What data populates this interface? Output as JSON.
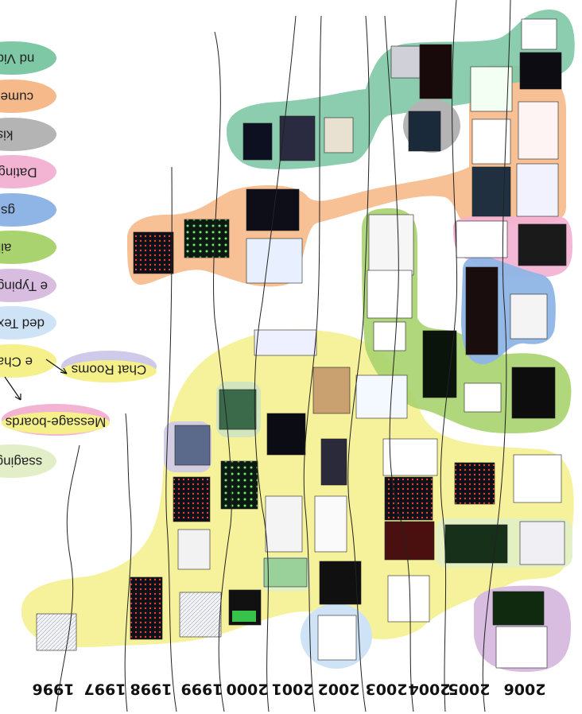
{
  "legend": {
    "items": [
      {
        "label": "nd Video",
        "color": "#7fc8a6"
      },
      {
        "label": "cuments",
        "color": "#f6b98a"
      },
      {
        "label": "kis",
        "color": "#b4b4b4"
      },
      {
        "label": "Dating",
        "color": "#f3b3d3"
      },
      {
        "label": "gs",
        "color": "#8fb5e6"
      },
      {
        "label": "ail",
        "color": "#a9d36f"
      },
      {
        "label": "e Typing",
        "color": "#d8bde1"
      },
      {
        "label": "ded Text",
        "color": "#cfe3f6"
      },
      {
        "label": "e Chat",
        "color": "#f5f08a"
      },
      {
        "label": "ssaging",
        "color": "#e2eec7"
      }
    ],
    "chat_rooms": "Chat Rooms",
    "message_boards": "Message-boards"
  },
  "years": [
    "1996",
    "1997",
    "1998",
    "1999",
    "2000",
    "2001",
    "2002",
    "2003",
    "2004",
    "2005",
    "2006"
  ]
}
